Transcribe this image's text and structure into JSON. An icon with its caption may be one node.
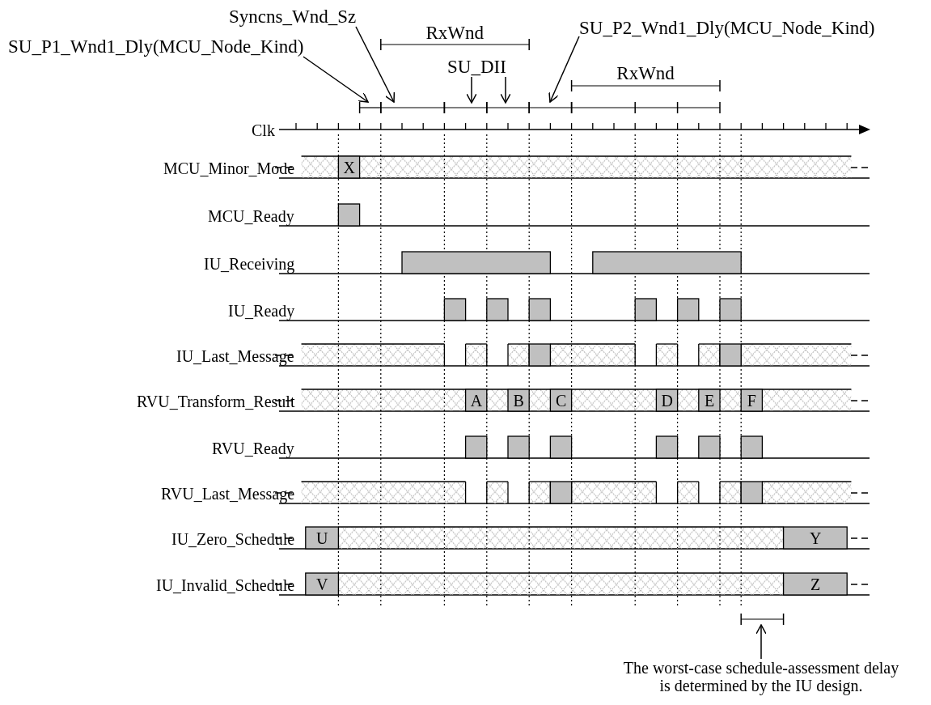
{
  "diagram": {
    "nodes": [
      {
        "text": [
          "Syncns_Wnd_Sz"
        ]
      },
      {
        "text": [
          "SU_P1_Wnd1_Dly(MCU_Node_Kind)"
        ]
      },
      {
        "text": [
          "SU_DII"
        ]
      },
      {
        "text": [
          "SU_P2_Wnd1_Dly(MCU_Node_Kind)"
        ]
      },
      {
        "text": [
          "The worst-case schedule-assessment delay is determined by the IU design."
        ]
      },
      {
        "text": [],
        "shape": "bar"
      },
      {
        "text": [],
        "shape": "bar"
      },
      {
        "text": [],
        "shape": "bar"
      },
      {
        "text": [],
        "shape": "bar"
      },
      {
        "text": [],
        "shape": "bar"
      },
      {
        "text": [],
        "shape": "bar"
      }
    ],
    "edges": [
      {
        "from": 0,
        "to": 6,
        "arrow": "to"
      },
      {
        "from": 1,
        "to": 5,
        "arrow": "to"
      },
      {
        "from": 2,
        "to": 7,
        "arrow": "to"
      },
      {
        "from": 2,
        "to": 8,
        "arrow": "to"
      },
      {
        "from": 3,
        "to": 9,
        "arrow": "to"
      },
      {
        "from": 4,
        "to": 10,
        "arrow": "to"
      }
    ],
    "labels": [
      "RxWnd",
      "RxWnd",
      "Clk",
      "MCU_Minor_Mode",
      "X",
      "MCU_Ready",
      "IU_Receiving",
      "IU_Ready",
      "IU_Last_Message",
      "RVU_Transform_Result",
      "A",
      "B",
      "C",
      "D",
      "E",
      "F",
      "RVU_Ready",
      "RVU_Last_Message",
      "IU_Zero_Schedule",
      "U",
      "Y",
      "IU_Invalid_Schedule",
      "V",
      "Z"
    ]
  }
}
